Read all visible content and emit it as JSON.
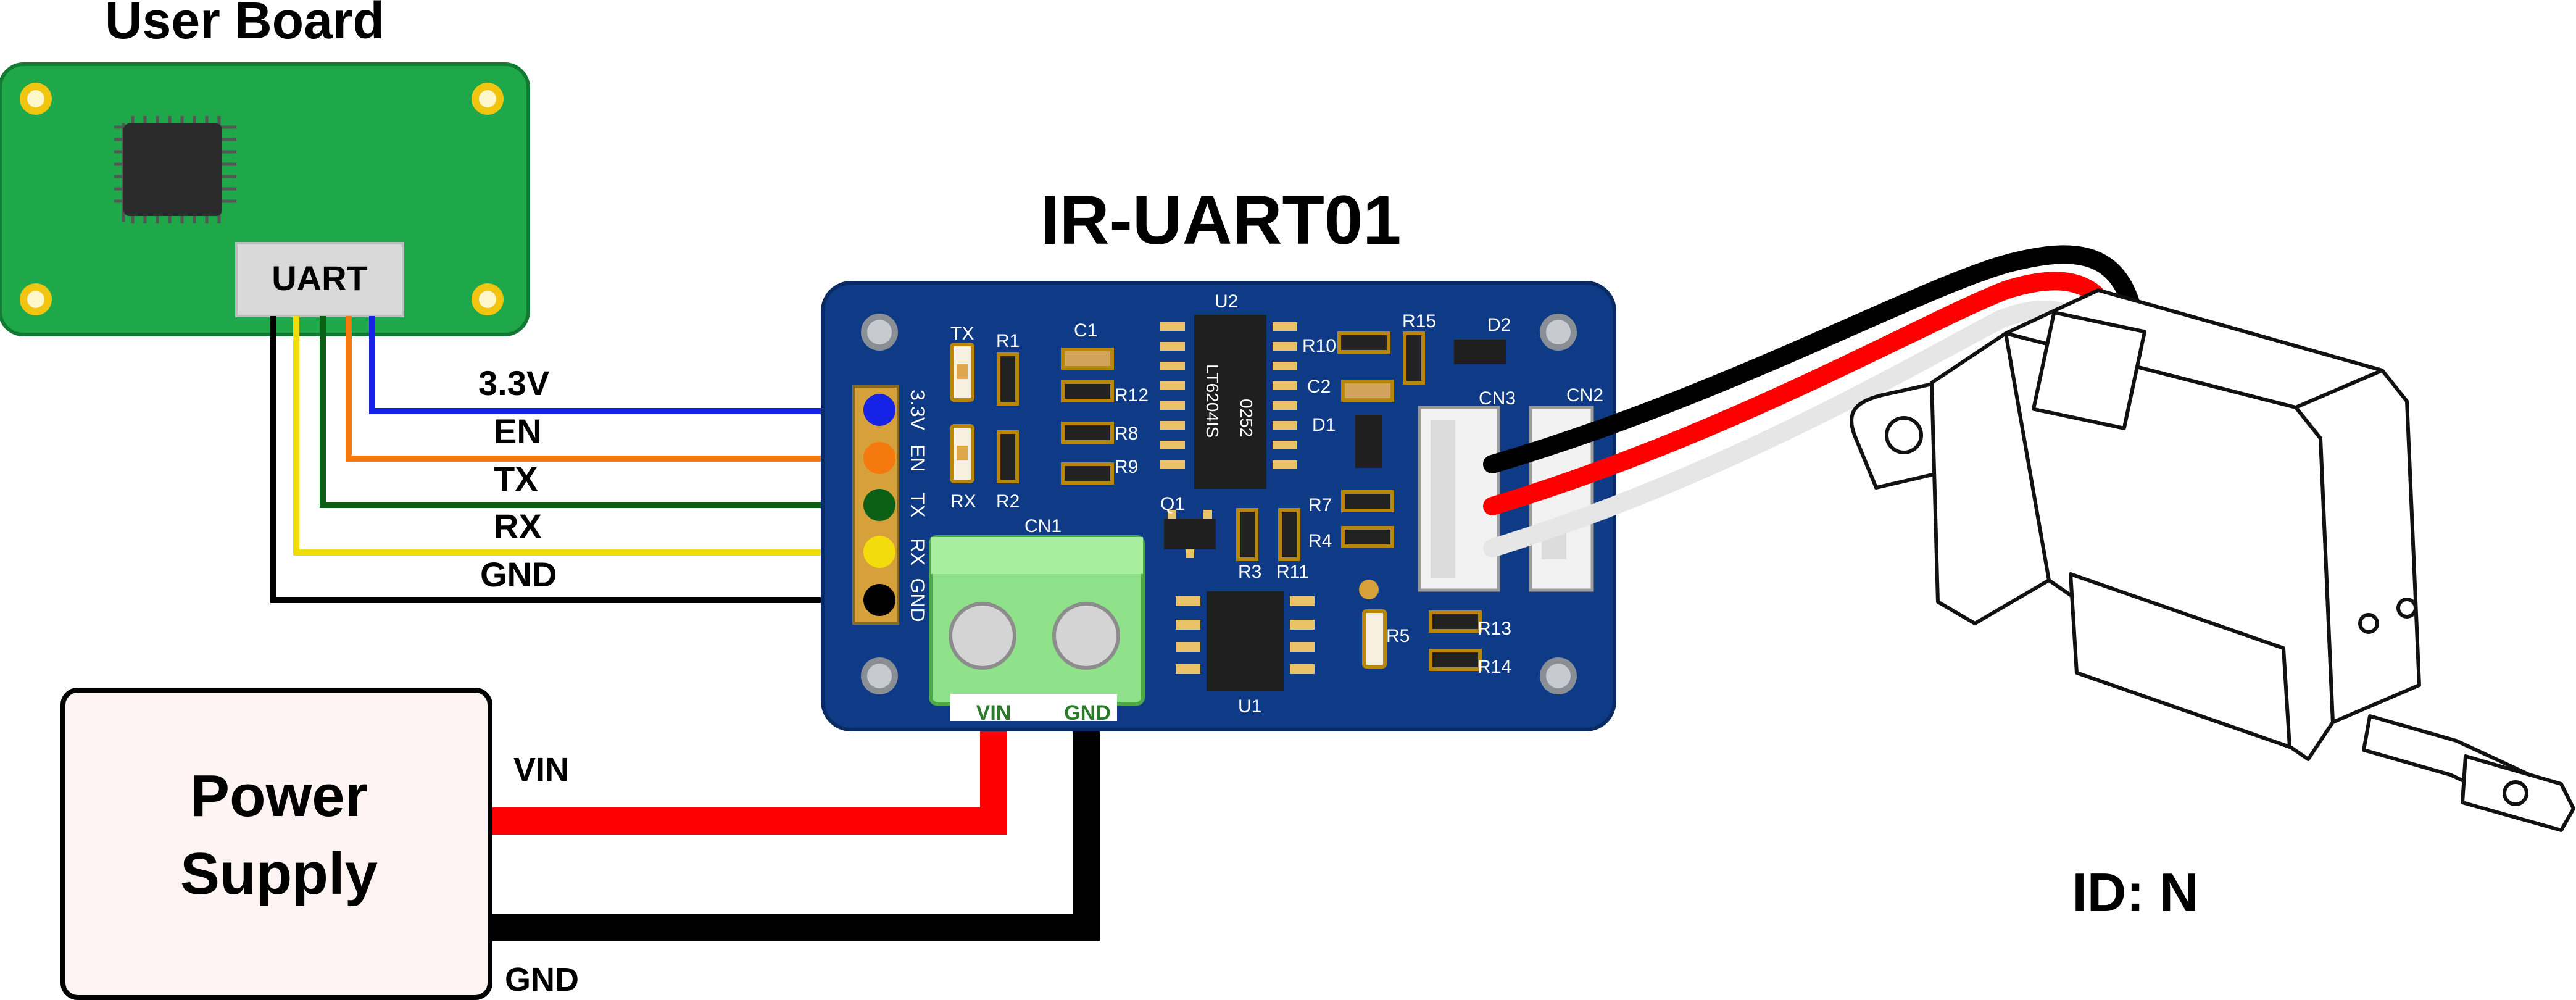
{
  "user_board": {
    "title": "User Board",
    "port_label": "UART",
    "board_color": "#1fa84a"
  },
  "module": {
    "title": "IR-UART01",
    "pcb_color": "#0f3a86",
    "header_pins": [
      {
        "label": "3.3V",
        "color": "#1622e6"
      },
      {
        "label": "EN",
        "color": "#f47a10"
      },
      {
        "label": "TX",
        "color": "#0c6016"
      },
      {
        "label": "RX",
        "color": "#f2dc0c"
      },
      {
        "label": "GND",
        "color": "#000000"
      }
    ],
    "silkscreen": {
      "tx_led": "TX",
      "rx_led": "RX",
      "r1": "R1",
      "r2": "R2",
      "c1": "C1",
      "u2": "U2",
      "r12": "R12",
      "r8": "R8",
      "r9": "R9",
      "chip_marking_1": "LT6204IS",
      "chip_marking_2": "0252",
      "r10": "R10",
      "c2": "C2",
      "d1": "D1",
      "r15": "R15",
      "d2": "D2",
      "cn3": "CN3",
      "cn2": "CN2",
      "q1": "Q1",
      "r7": "R7",
      "r4": "R4",
      "r3": "R3",
      "r11": "R11",
      "cn1": "CN1",
      "r5": "R5",
      "r13": "R13",
      "r14": "R14",
      "u1": "U1",
      "vin": "VIN",
      "gnd": "GND"
    }
  },
  "uart_wires": [
    {
      "label": "3.3V",
      "color": "#1622e6"
    },
    {
      "label": "EN",
      "color": "#f47a10"
    },
    {
      "label": "TX",
      "color": "#0c6016"
    },
    {
      "label": "RX",
      "color": "#f2dc0c"
    },
    {
      "label": "GND",
      "color": "#000000"
    }
  ],
  "power_supply": {
    "line1": "Power",
    "line2": "Supply",
    "vin_label": "VIN",
    "gnd_label": "GND",
    "vin_color": "#ff0000",
    "gnd_color": "#000000"
  },
  "servo": {
    "id_label": "ID: N",
    "cable_colors": [
      "#000000",
      "#ff0000",
      "#e6e6e6"
    ]
  }
}
